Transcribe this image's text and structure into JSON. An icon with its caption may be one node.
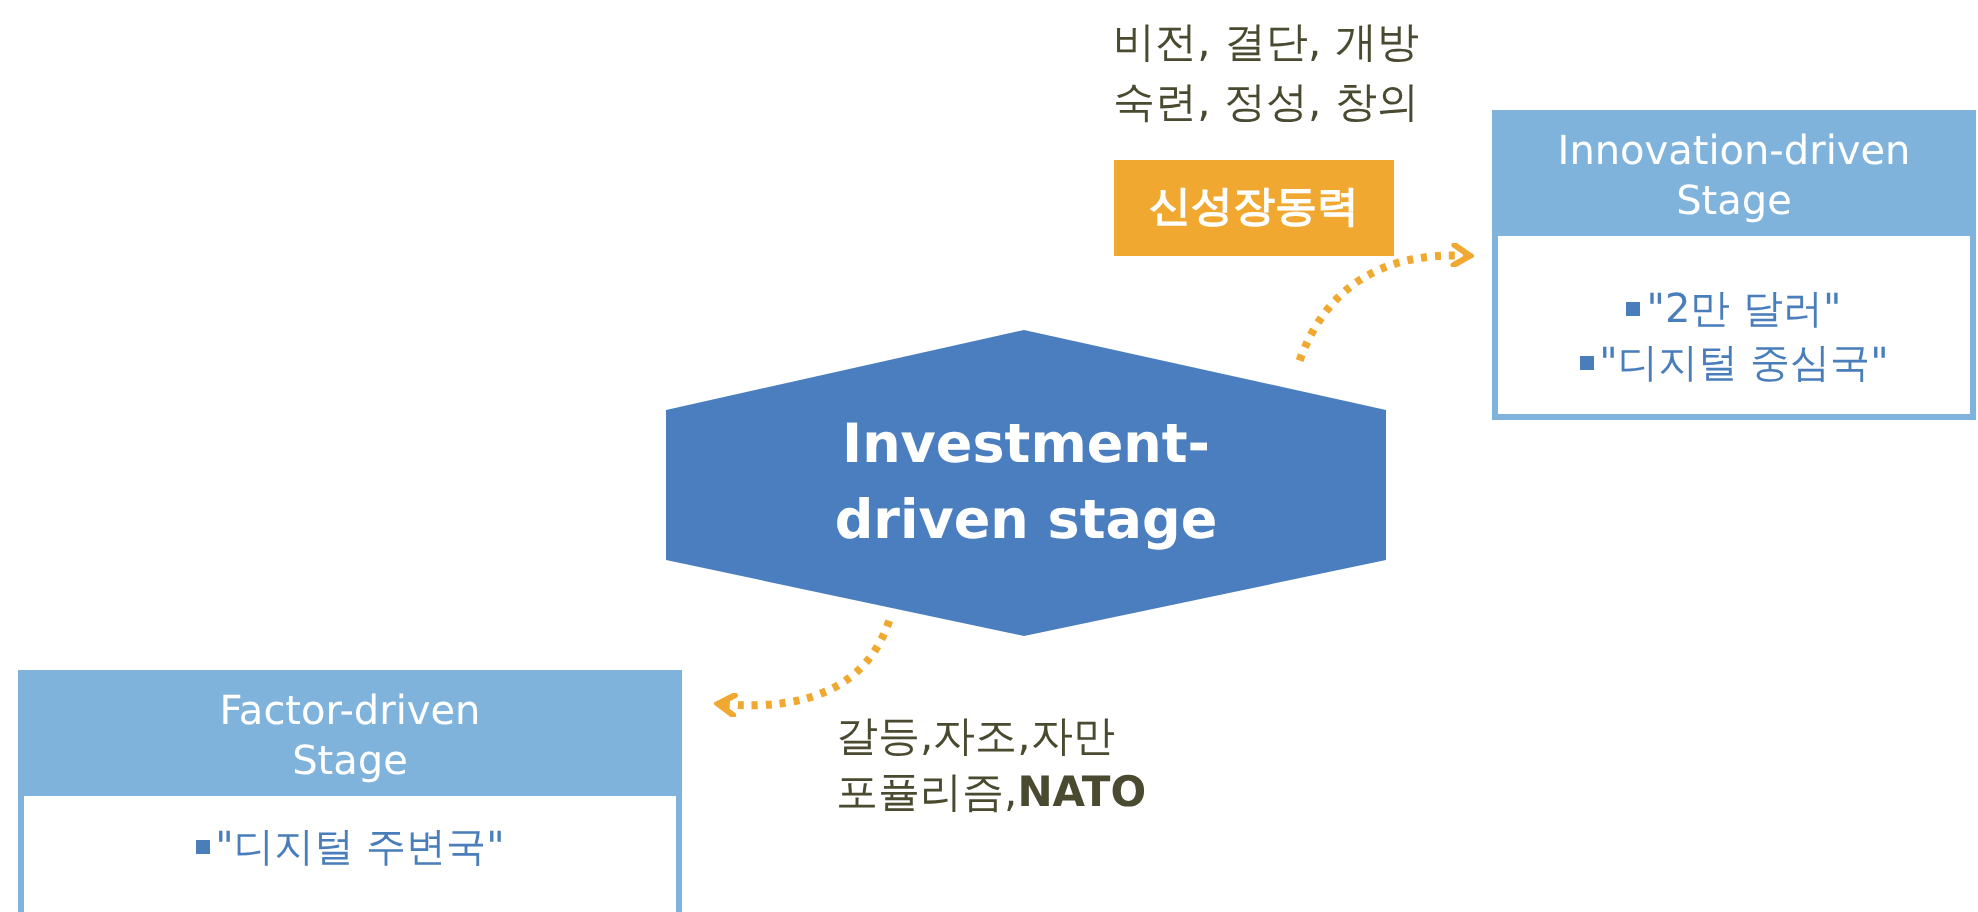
{
  "diagram": {
    "nodes": [
      {
        "text": [
          "Investment- driven stage"
        ]
      },
      {
        "text": [
          "Innovation-driven Stage",
          "\"2만 달러\"",
          "\"디지털 중심국\""
        ]
      },
      {
        "text": [
          "Factor-driven Stage",
          "\"디지털 주변국\""
        ]
      },
      {
        "text": [
          "신성장동력"
        ]
      }
    ],
    "edges": [
      {
        "from": 0,
        "to": 1,
        "arrow": "to",
        "style": "dashed",
        "color": "#f0a830"
      },
      {
        "from": 0,
        "to": 2,
        "arrow": "to",
        "style": "dashed",
        "color": "#f0a830"
      }
    ],
    "labels": [
      "비전, 결단, 개방 숙련, 정성, 창의",
      "갈등,자조,자만 포퓰리즘,**NATO**"
    ]
  }
}
